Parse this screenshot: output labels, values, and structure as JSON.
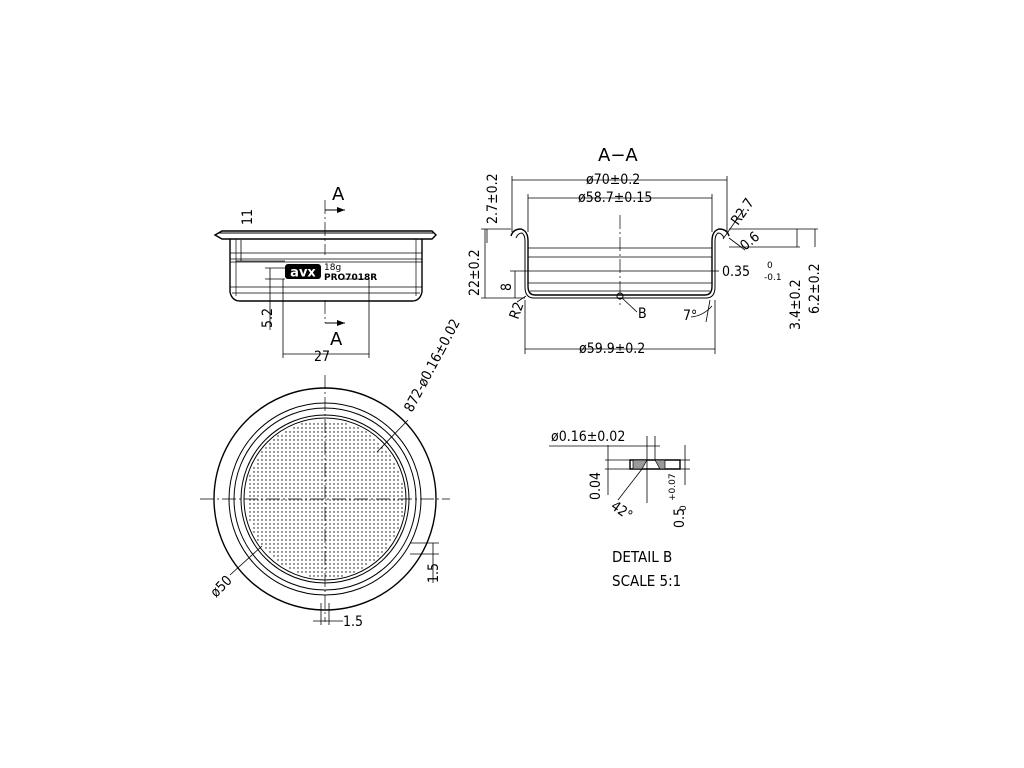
{
  "drawing": {
    "section_label": "A",
    "section_view_title": "A−A",
    "logo_text": "avx",
    "logo_sub_1": "18g",
    "logo_sub_2": "PRO7018R",
    "top_view": {
      "dim_height": "11",
      "dim_5_2": "5.2",
      "dim_27": "27"
    },
    "section_view": {
      "dim_outer_dia": "ø70±0.2",
      "dim_inner_dia": "ø58.7±0.15",
      "dim_bottom_dia": "ø59.9±0.2",
      "dim_rim": "2.7±0.2",
      "dim_depth": "22±0.2",
      "dim_8": "8",
      "dim_r2": "R2",
      "dim_r27": "R2.7",
      "dim_06": "0.6",
      "dim_thickness": "0.35",
      "dim_thickness_tol_upper": "0",
      "dim_thickness_tol_lower": "-0.1",
      "dim_34": "3.4±0.2",
      "dim_62": "6.2±0.2",
      "detail_ref": "B",
      "angle_7": "7°"
    },
    "bottom_view": {
      "dim_holes": "872-ø0.16±0.02",
      "dim_dia50": "ø50",
      "dim_15_right": "1.5",
      "dim_15_bottom": "1.5"
    },
    "detail_b": {
      "dim_hole": "ø0.16±0.02",
      "dim_004": "0.04",
      "dim_angle": "42°",
      "dim_05": "0.5",
      "dim_05_tol_upper": "+0.07",
      "dim_05_tol_lower": "0",
      "title": "DETAIL  B",
      "scale": "SCALE  5:1"
    }
  }
}
